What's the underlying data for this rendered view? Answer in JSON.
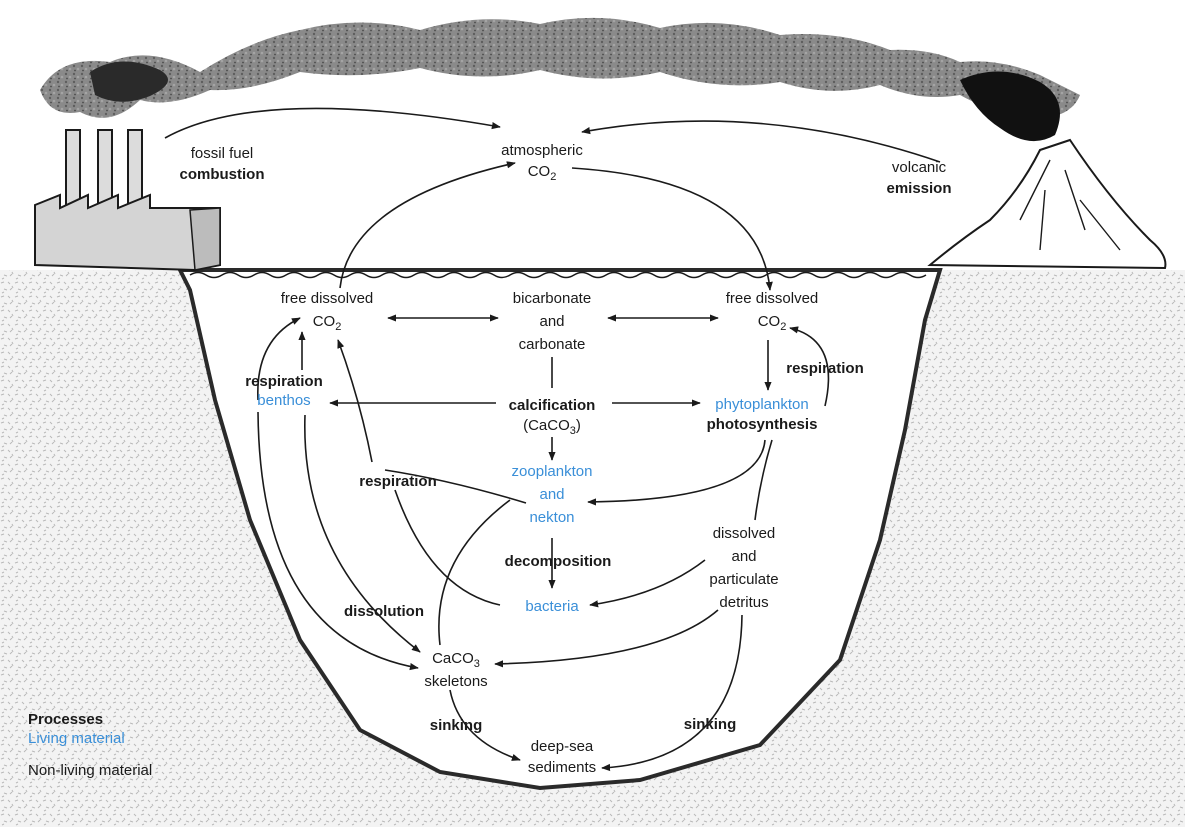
{
  "colors": {
    "living": "#3a8fd8",
    "non_living": "#1a1a1a",
    "ground": "#e4e4e4",
    "smoke": "#7a7a7a"
  },
  "atmosphere": {
    "label": "atmospheric",
    "co2": "CO",
    "co2_sub": "2"
  },
  "fossil": {
    "line1": "fossil fuel",
    "line2": "combustion"
  },
  "volcanic": {
    "line1": "volcanic",
    "line2": "emission"
  },
  "ocean": {
    "free_left_1": "free dissolved",
    "free_left_co2": "CO",
    "free_left_sub": "2",
    "bicarbonate_1": "bicarbonate",
    "bicarbonate_2": "and",
    "bicarbonate_3": "carbonate",
    "free_right_1": "free dissolved",
    "free_right_co2": "CO",
    "free_right_sub": "2",
    "respiration_left": "respiration",
    "benthos": "benthos",
    "calcification": "calcification",
    "calc_formula": "(CaCO",
    "calc_sub": "3",
    "calc_close": ")",
    "phytoplankton": "phytoplankton",
    "photosynthesis": "photosynthesis",
    "respiration_right": "respiration",
    "respiration_mid": "respiration",
    "zoo_1": "zooplankton",
    "zoo_2": "and",
    "zoo_3": "nekton",
    "detritus_1": "dissolved",
    "detritus_2": "and",
    "detritus_3": "particulate",
    "detritus_4": "detritus",
    "decomposition": "decomposition",
    "bacteria": "bacteria",
    "dissolution": "dissolution",
    "caco3": "CaCO",
    "caco3_sub": "3",
    "skeletons": "skeletons",
    "sinking_left": "sinking",
    "sinking_right": "sinking",
    "sediments_1": "deep-sea",
    "sediments_2": "sediments"
  },
  "legend": {
    "processes": "Processes",
    "living": "Living material",
    "non_living": "Non-living material"
  }
}
